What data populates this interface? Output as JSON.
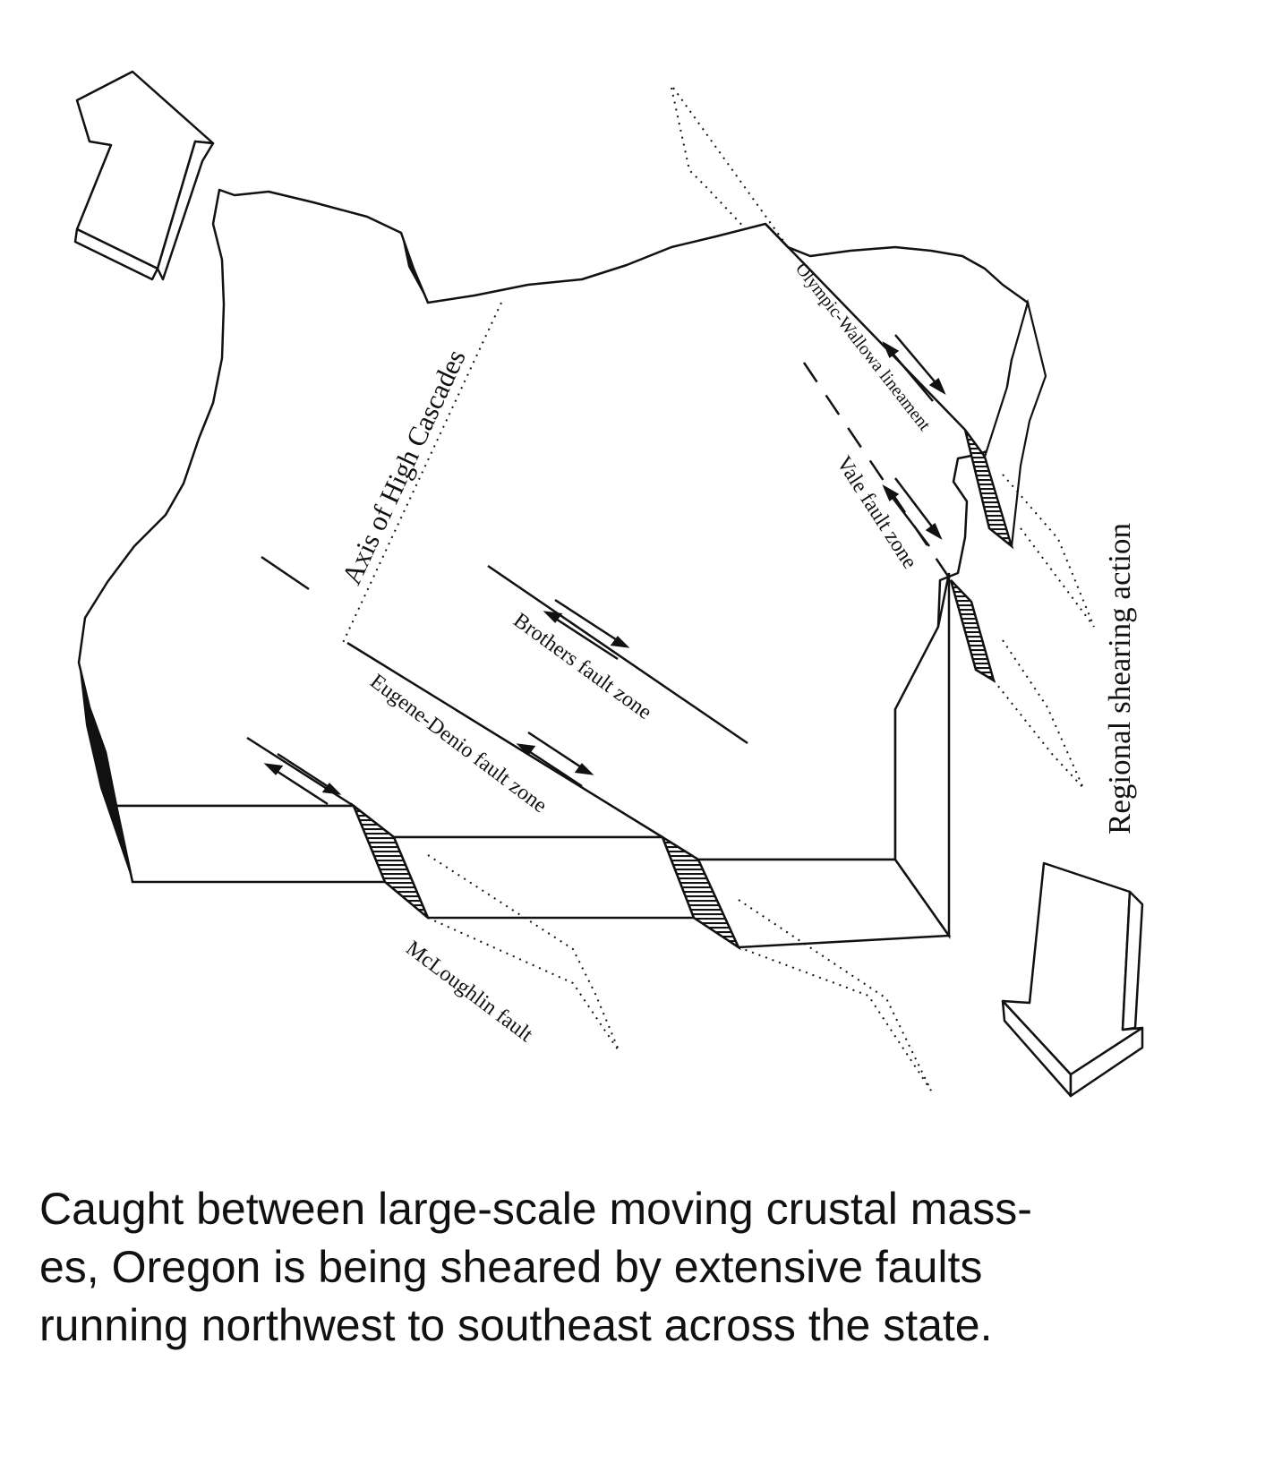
{
  "diagram": {
    "labels": {
      "axis_high_cascades": "Axis of High Cascades",
      "olympic_wallowa": "Olympic-Wallowa lineament",
      "vale": "Vale fault zone",
      "brothers": "Brothers fault zone",
      "eugene_denio": "Eugene-Denio fault zone",
      "mcloughlin": "McLoughlin fault",
      "regional_shearing": "Regional shearing action"
    },
    "colors": {
      "ink": "#111111",
      "paper": "#ffffff"
    },
    "icons": [
      "arrow-northwest-icon",
      "arrow-southeast-icon",
      "shear-arrows-icon"
    ]
  },
  "caption": {
    "lines": [
      "Caught between large-scale moving crustal mass-",
      "es, Oregon is being sheared by extensive faults",
      "running northwest to southeast across the state."
    ]
  }
}
